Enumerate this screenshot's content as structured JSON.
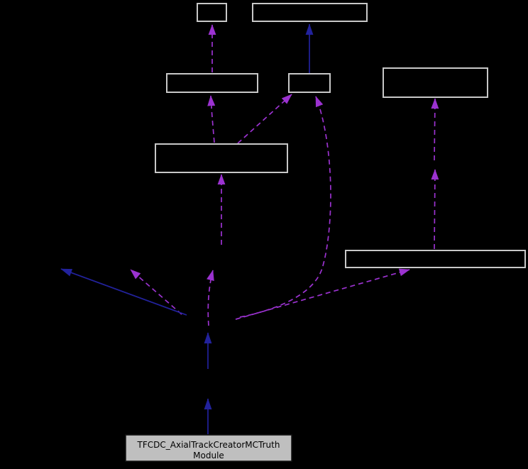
{
  "diagram": {
    "kind": "collaboration-graph",
    "background_color": "#000000",
    "colors": {
      "node_border": "#c8c8c8",
      "node_fill": "#000000",
      "main_node_fill": "#bfbfbf",
      "main_node_border": "#141414",
      "main_node_text": "#000000",
      "inheritance_edge": "#22229c",
      "usage_edge": "#9b32d0"
    },
    "main_node": {
      "label_lines": [
        "TFCDC_AxialTrackCreatorMCTruth",
        "Module"
      ]
    },
    "nodes": [
      {
        "id": "top-small",
        "label": ""
      },
      {
        "id": "top-wide",
        "label": ""
      },
      {
        "id": "mid-left",
        "label": ""
      },
      {
        "id": "mid-small",
        "label": ""
      },
      {
        "id": "mid-right",
        "label": ""
      },
      {
        "id": "upper-center",
        "label": ""
      },
      {
        "id": "right-wide",
        "label": ""
      }
    ],
    "edges": [
      {
        "id": "mid-left-to-top-small",
        "style": "dashed",
        "color_role": "usage_edge"
      },
      {
        "id": "mid-small-to-top-wide",
        "style": "solid",
        "color_role": "inheritance_edge"
      },
      {
        "id": "upper-center-to-mid-left",
        "style": "dashed",
        "color_role": "usage_edge"
      },
      {
        "id": "upper-center-to-mid-small",
        "style": "dashed",
        "color_role": "usage_edge"
      },
      {
        "id": "hub-to-mid-small-curve",
        "style": "dashed",
        "color_role": "usage_edge"
      },
      {
        "id": "hub-to-right-wide",
        "style": "dashed",
        "color_role": "usage_edge"
      },
      {
        "id": "right-wide-up-segment",
        "style": "dashed",
        "color_role": "usage_edge"
      },
      {
        "id": "up-to-mid-right-segment",
        "style": "dashed",
        "color_role": "usage_edge"
      },
      {
        "id": "up-to-upper-center-segment",
        "style": "dashed",
        "color_role": "usage_edge"
      },
      {
        "id": "hub-up-segment",
        "style": "dashed",
        "color_role": "usage_edge"
      },
      {
        "id": "hub-up-left-dashed",
        "style": "dashed",
        "color_role": "usage_edge"
      },
      {
        "id": "hub-up-left-solid",
        "style": "solid",
        "color_role": "inheritance_edge"
      },
      {
        "id": "main-node-up-segment",
        "style": "solid",
        "color_role": "inheritance_edge"
      },
      {
        "id": "mid-chain-up-segment",
        "style": "solid",
        "color_role": "inheritance_edge"
      }
    ]
  }
}
